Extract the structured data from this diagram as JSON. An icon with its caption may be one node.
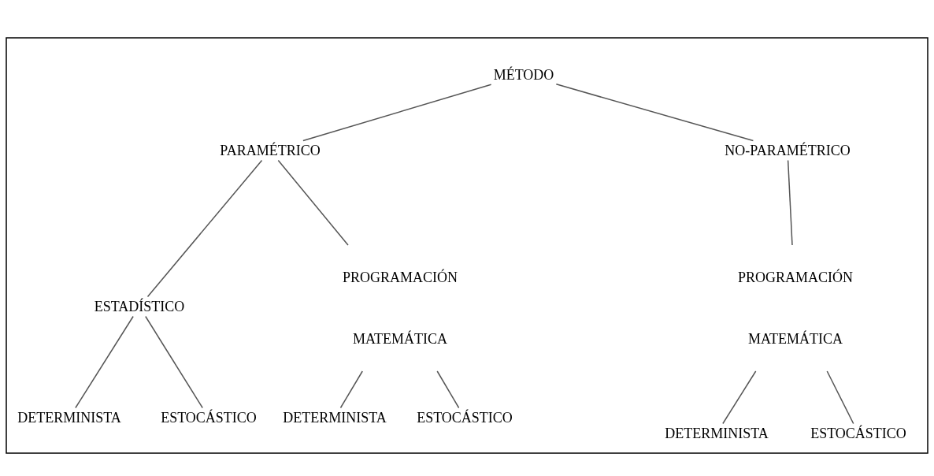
{
  "diagram": {
    "nodes": [
      {
        "text": [
          "MÉTODO"
        ]
      },
      {
        "text": [
          "PARAMÉTRICO"
        ]
      },
      {
        "text": [
          "NO-PARAMÉTRICO"
        ]
      },
      {
        "text": [
          "ESTADÍSTICO"
        ]
      },
      {
        "text": [
          "PROGRAMACIÓN MATEMÁTICA"
        ]
      },
      {
        "text": [
          "DETERMINISTA"
        ]
      },
      {
        "text": [
          "ESTOCÁSTICO"
        ]
      },
      {
        "text": [
          "DETERMINISTA"
        ]
      },
      {
        "text": [
          "ESTOCÁSTICO"
        ]
      },
      {
        "text": [
          "PROGRAMACIÓN MATEMÁTICA"
        ]
      },
      {
        "text": [
          "DETERMINISTA"
        ]
      },
      {
        "text": [
          "ESTOCÁSTICO"
        ]
      }
    ],
    "edges": [
      {
        "from": 0,
        "to": 1,
        "arrow": "none"
      },
      {
        "from": 0,
        "to": 2,
        "arrow": "none"
      },
      {
        "from": 1,
        "to": 3,
        "arrow": "none"
      },
      {
        "from": 1,
        "to": 4,
        "arrow": "none"
      },
      {
        "from": 2,
        "to": 9,
        "arrow": "none"
      },
      {
        "from": 3,
        "to": 5,
        "arrow": "none"
      },
      {
        "from": 3,
        "to": 6,
        "arrow": "none"
      },
      {
        "from": 4,
        "to": 7,
        "arrow": "none"
      },
      {
        "from": 4,
        "to": 8,
        "arrow": "none"
      },
      {
        "from": 9,
        "to": 10,
        "arrow": "none"
      },
      {
        "from": 9,
        "to": 11,
        "arrow": "none"
      }
    ]
  }
}
